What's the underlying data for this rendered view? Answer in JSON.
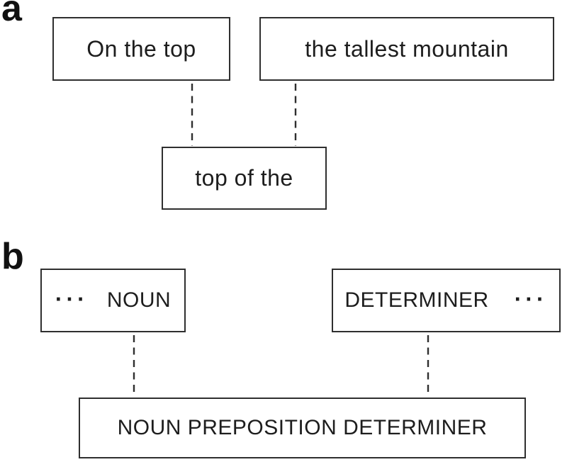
{
  "figure": {
    "background": "#ffffff",
    "border_color": "#2f2f2f",
    "text_color": "#1d1d1d"
  },
  "panel_a": {
    "label": "a",
    "box_left": "On the top",
    "box_right": "the tallest mountain",
    "box_merge": "top of the"
  },
  "panel_b": {
    "label": "b",
    "box_left": {
      "ellipsis": "···",
      "text": "NOUN"
    },
    "box_right": {
      "text": "DETERMINER",
      "ellipsis": "···"
    },
    "box_merge": "NOUN PREPOSITION DETERMINER"
  }
}
